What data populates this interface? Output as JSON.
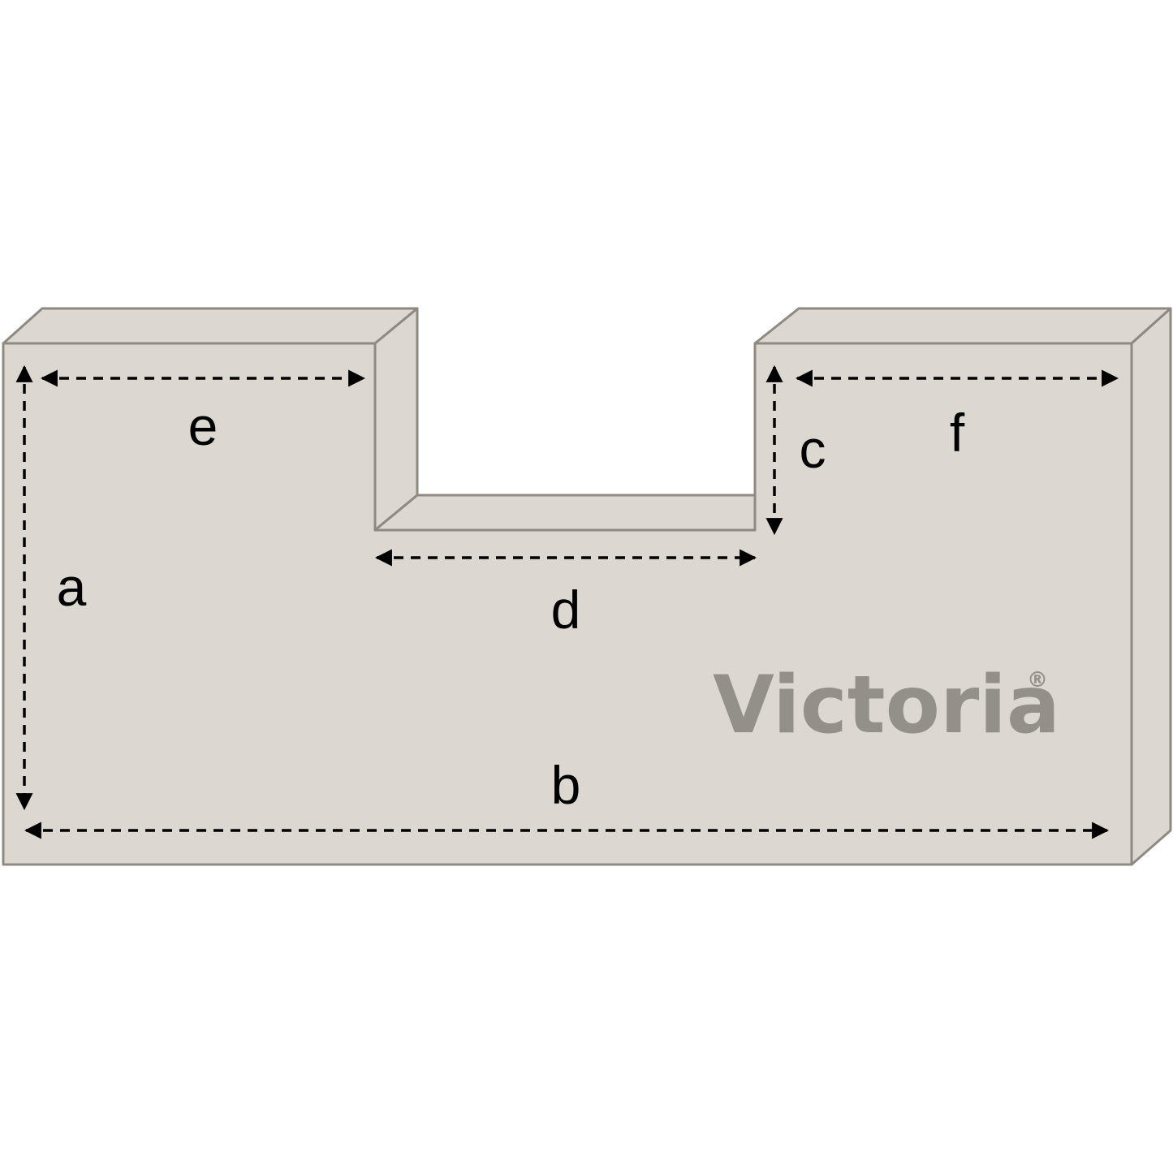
{
  "diagram": {
    "colors": {
      "face": "#dcd8d1",
      "edge": "#8e8a82",
      "arrow": "#000000",
      "brand": "#939089"
    },
    "labels": {
      "a": "a",
      "b": "b",
      "c": "c",
      "d": "d",
      "e": "e",
      "f": "f"
    },
    "brand": {
      "name": "Victoria",
      "mark": "®"
    }
  }
}
